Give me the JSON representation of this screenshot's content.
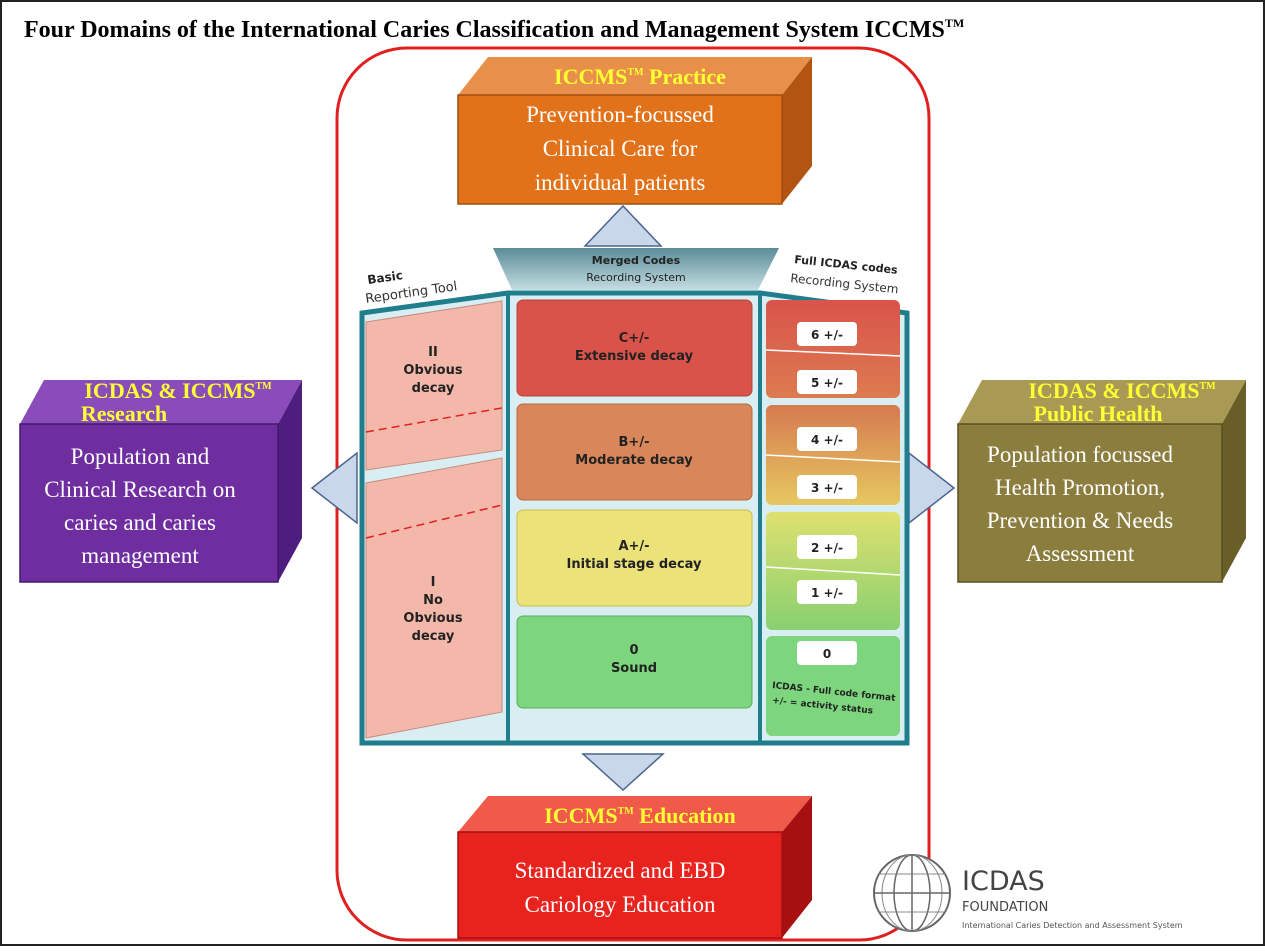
{
  "title": "Four Domains of the International Caries Classification and Management System ICCMS",
  "title_tm": "TM",
  "tm": "™",
  "domains": {
    "practice": {
      "heading": "ICCMS",
      "heading_suffix": " Practice",
      "lines": [
        "Prevention-focussed",
        "Clinical Care for",
        "individual patients"
      ],
      "color": "#e2721a"
    },
    "research": {
      "heading_line1": "ICDAS & ICCMS",
      "heading_line2": "Research",
      "lines": [
        "Population and",
        "Clinical Research on",
        "caries and caries",
        "management"
      ],
      "color": "#6e2ea0"
    },
    "public_health": {
      "heading_line1": "ICDAS & ICCMS",
      "heading_line2": "Public Health",
      "lines": [
        "Population focussed",
        "Health Promotion,",
        "Prevention & Needs",
        "Assessment"
      ],
      "color": "#8b7d3e"
    },
    "education": {
      "heading": "ICCMS",
      "heading_suffix": " Education",
      "lines": [
        "Standardized and EBD",
        "Cariology Education"
      ],
      "color": "#e8231e"
    }
  },
  "heading_color": "#ffff33",
  "basic_tool": {
    "label_bold": "Basic",
    "label": "Reporting Tool",
    "upper": [
      "II",
      "Obvious",
      "decay"
    ],
    "lower": [
      "I",
      "No",
      "Obvious",
      "decay"
    ]
  },
  "merged": {
    "label_bold": "Merged Codes",
    "label": "Recording System",
    "rows": [
      {
        "code": "C+/-",
        "desc": "Extensive decay",
        "color": "#d9534a"
      },
      {
        "code": "B+/-",
        "desc": "Moderate decay",
        "color": "#d9865a"
      },
      {
        "code": "A+/-",
        "desc": "Initial stage decay",
        "color": "#ece27a"
      },
      {
        "code": "0",
        "desc": "Sound",
        "color": "#7dd67d"
      }
    ]
  },
  "full": {
    "label_bold": "Full ICDAS codes",
    "label": "Recording System",
    "codes": [
      "6 +/-",
      "5 +/-",
      "4 +/-",
      "3 +/-",
      "2 +/-",
      "1 +/-",
      "0"
    ],
    "note_line1": "ICDAS - Full code format",
    "note_line2": "+/- = activity status"
  },
  "logo": {
    "name": "ICDAS",
    "sub": "FOUNDATION",
    "tagline": "International Caries Detection and Assessment System"
  }
}
